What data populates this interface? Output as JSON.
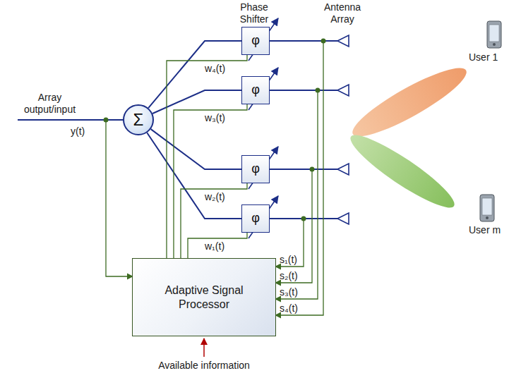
{
  "diagram": {
    "nodes": [
      {
        "text": [
          "Σ"
        ]
      },
      {
        "text": [
          "φ"
        ]
      },
      {
        "text": [
          "φ"
        ]
      },
      {
        "text": [
          "φ"
        ]
      },
      {
        "text": [
          "φ"
        ]
      },
      {
        "text": [
          "Adaptive Signal Processor"
        ]
      }
    ],
    "edges": [
      {
        "from": 0,
        "to": 1,
        "arrow": "none"
      },
      {
        "from": 0,
        "to": 2,
        "arrow": "none"
      },
      {
        "from": 0,
        "to": 3,
        "arrow": "none"
      },
      {
        "from": 0,
        "to": 4,
        "arrow": "none"
      },
      {
        "from": 5,
        "to": 1,
        "arrow": "none"
      },
      {
        "from": 5,
        "to": 2,
        "arrow": "none"
      },
      {
        "from": 5,
        "to": 3,
        "arrow": "none"
      },
      {
        "from": 5,
        "to": 4,
        "arrow": "none"
      }
    ],
    "labels": [
      "Phase Shifter",
      "Antenna Array",
      "Array output/input",
      "y(t)",
      "w₄(t)",
      "w₃(t)",
      "w₂(t)",
      "w₁(t)",
      "s₁(t)",
      "s₂(t)",
      "s₃(t)",
      "s₄(t)",
      "Available information",
      "User 1",
      "User m"
    ]
  }
}
